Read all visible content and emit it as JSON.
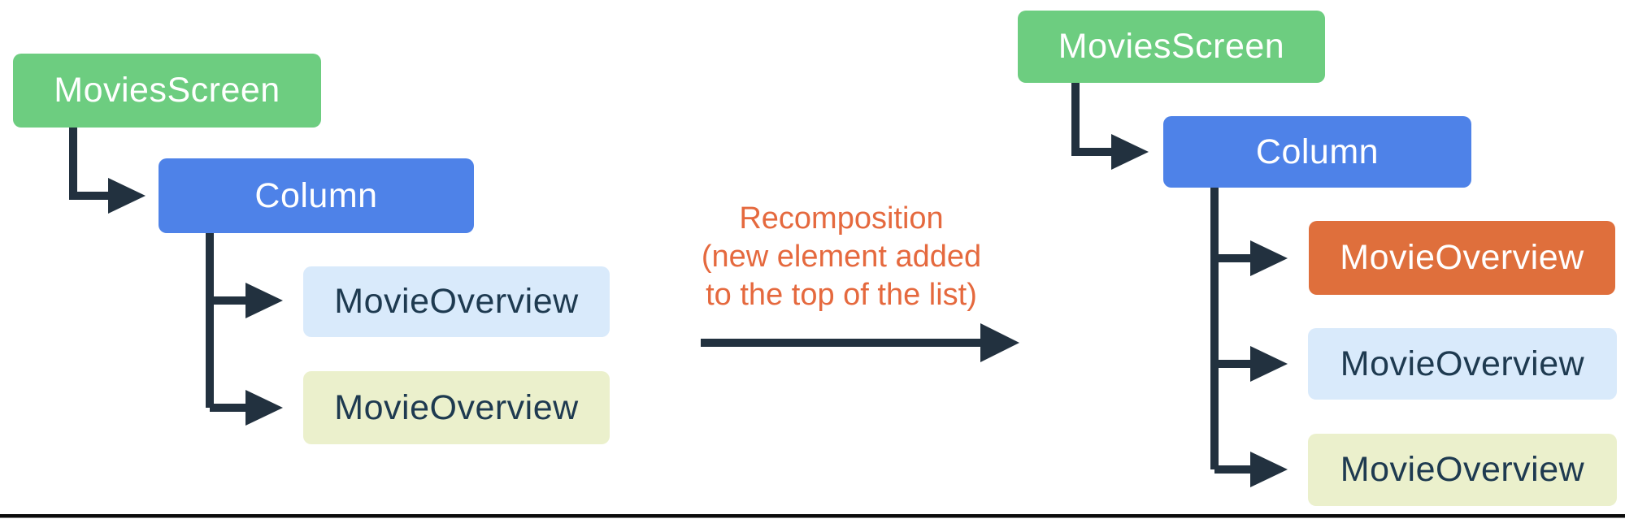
{
  "diagram": {
    "annotation": {
      "line1": "Recomposition",
      "line2": "(new element added",
      "line3": "to the top of the list)"
    },
    "left_tree": {
      "movies_screen_label": "MoviesScreen",
      "column_label": "Column",
      "movie_overview_1_label": "MovieOverview",
      "movie_overview_2_label": "MovieOverview"
    },
    "right_tree": {
      "movies_screen_label": "MoviesScreen",
      "column_label": "Column",
      "movie_overview_new_label": "MovieOverview",
      "movie_overview_1_label": "MovieOverview",
      "movie_overview_2_label": "MovieOverview"
    },
    "colors": {
      "green": "#6DCD80",
      "blue": "#4E82E8",
      "orange": "#DF6F3C",
      "light_blue": "#D9EAFB",
      "light_yellow": "#EBF0CC",
      "connector": "#22313F",
      "annotation_text": "#E5693E",
      "dark_text": "#1E3A50",
      "bottom_rule": "#0B0B0B"
    }
  }
}
